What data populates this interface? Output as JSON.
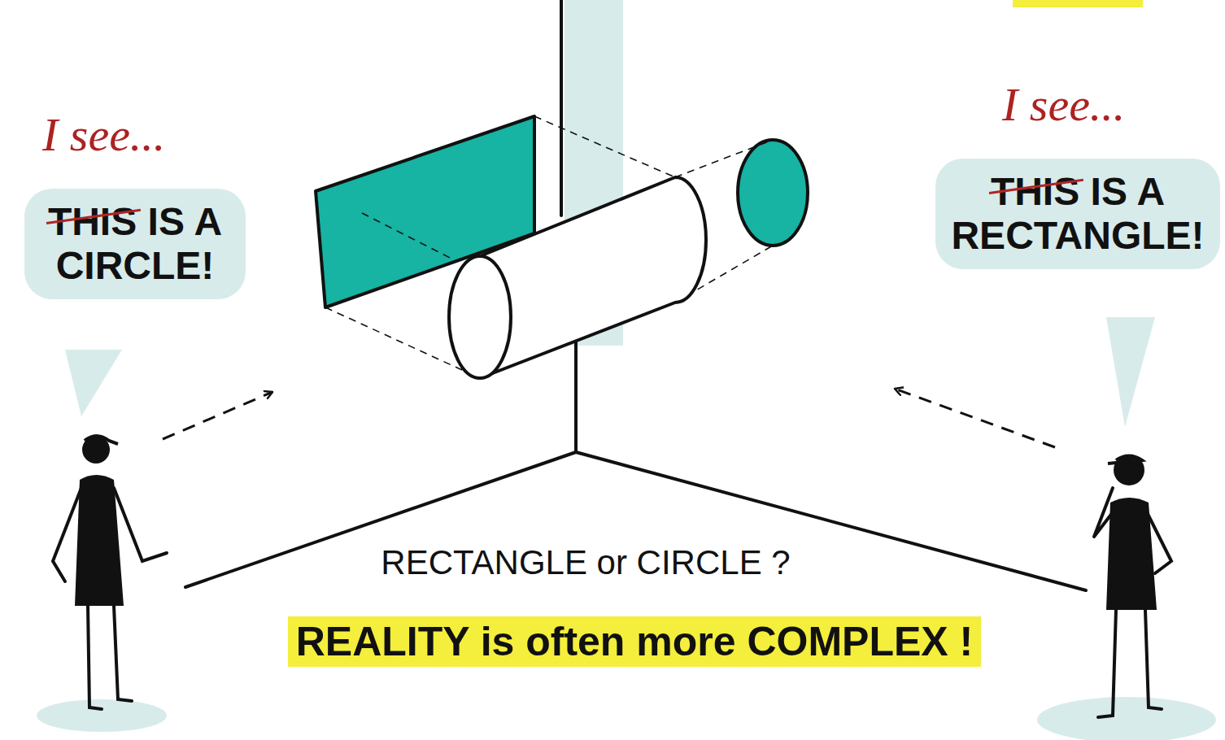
{
  "diagram": {
    "nodes": [
      {
        "text": [
          "I see...",
          "THIS IS A CIRCLE!"
        ]
      },
      {
        "text": [
          "I see...",
          "THIS IS A RECTANGLE!"
        ]
      }
    ],
    "edges": [],
    "labels": [
      "RECTANGLE or CIRCLE ?",
      "REALITY is often more COMPLEX !"
    ]
  }
}
